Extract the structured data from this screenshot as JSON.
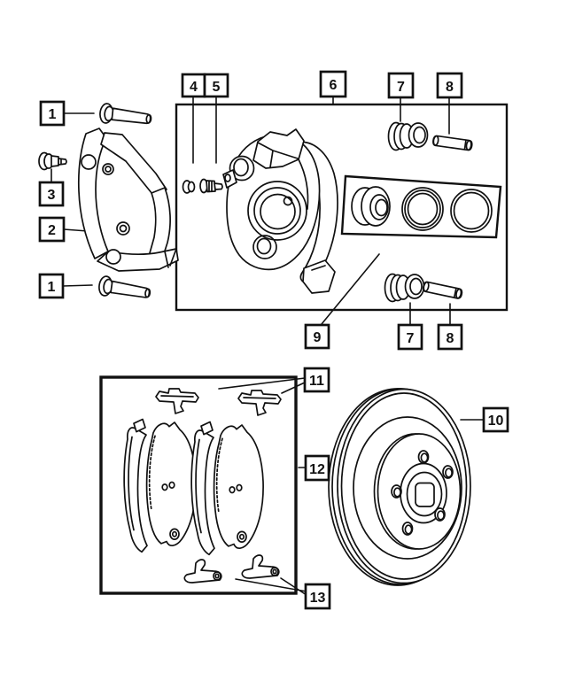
{
  "figure": {
    "type": "exploded-parts-diagram",
    "background": "#ffffff",
    "line_color": "#111111"
  },
  "callouts": [
    {
      "label": "1",
      "part": "mounting-bolt-upper"
    },
    {
      "label": "3",
      "part": "adapter-stud"
    },
    {
      "label": "2",
      "part": "caliper-adapter-bracket"
    },
    {
      "label": "1",
      "part": "mounting-bolt-lower"
    },
    {
      "label": "4",
      "part": "bleeder-cap"
    },
    {
      "label": "5",
      "part": "bleeder-screw"
    },
    {
      "label": "6",
      "part": "caliper-assembly"
    },
    {
      "label": "7",
      "part": "guide-pin-bushing-upper"
    },
    {
      "label": "8",
      "part": "guide-pin-upper"
    },
    {
      "label": "9",
      "part": "caliper-seal-kit"
    },
    {
      "label": "7",
      "part": "guide-pin-bushing-lower"
    },
    {
      "label": "8",
      "part": "guide-pin-lower"
    },
    {
      "label": "11",
      "part": "pad-retainer-clips-upper"
    },
    {
      "label": "12",
      "part": "brake-pad-kit"
    },
    {
      "label": "10",
      "part": "brake-rotor"
    },
    {
      "label": "13",
      "part": "pad-retainer-clips-lower"
    }
  ]
}
